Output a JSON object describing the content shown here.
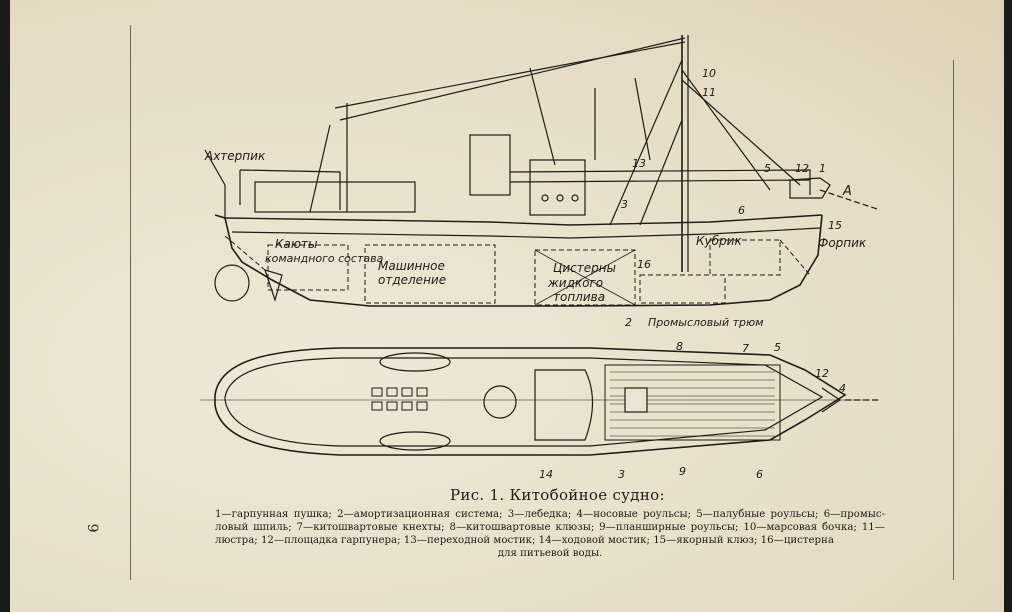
{
  "page_number": "6",
  "figure": {
    "caption": "Рис. 1. Китобойное судно:",
    "legend_lines": [
      "1—гарпунная пушка; 2—амортизационная система; 3—лебедка; 4—носовые роульсы; 5—палубные роульсы; 6—промыс-",
      "ловый шпиль; 7—китошвартовые кнехты; 8—китошвартовые клюзы; 9—планширные роульсы; 10—марсовая бочка;",
      "11—люстра; 12—площадка гарпунера; 13—переходной мостик; 14—ходовой мостик; 15—якорный клюз; 16—цистерна",
      "для питьевой воды."
    ]
  },
  "labels": {
    "yakhterpik": "Ахтерпик",
    "kayuty": "Каюты",
    "komandnogo": "командного состава",
    "mashinnoe": "Машинное",
    "otdelenie": "отделение",
    "tsisterny": "Цистерны",
    "zhidkogo": "жидкого",
    "topliva": "топлива",
    "kubrik": "Кубрик",
    "forpik": "Форпик",
    "promyslovy": "Промысловый трюм",
    "point_a": "A"
  },
  "callouts": {
    "n1": "1",
    "n2": "2",
    "n3": "3",
    "n4": "4",
    "n5": "5",
    "n6": "6",
    "n7": "7",
    "n8": "8",
    "n9": "9",
    "n10": "10",
    "n11": "11",
    "n12": "12",
    "n13": "13",
    "n14": "14",
    "n15": "15",
    "n16": "16",
    "p3": "3",
    "p4": "4",
    "p5": "5",
    "p6": "6",
    "p7": "7",
    "p8": "8",
    "p9": "9",
    "p12": "12",
    "p14": "14"
  }
}
